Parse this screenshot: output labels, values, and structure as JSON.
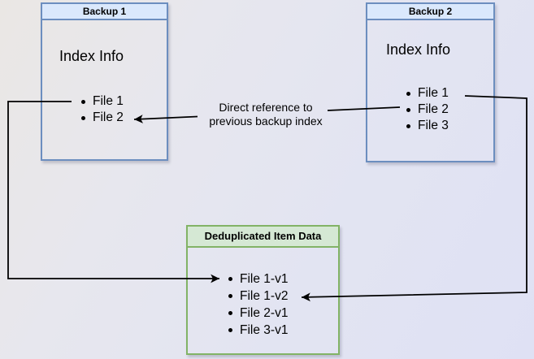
{
  "nodes": {
    "backup1": {
      "title": "Backup 1",
      "section_label": "Index Info",
      "files": [
        "File 1",
        "File 2"
      ]
    },
    "backup2": {
      "title": "Backup 2",
      "section_label": "Index Info",
      "files": [
        "File 1",
        "File 2",
        "File 3"
      ]
    },
    "dedup": {
      "title": "Deduplicated Item Data",
      "files": [
        "File 1-v1",
        "File 1-v2",
        "File 2-v1",
        "File 3-v1"
      ]
    }
  },
  "annotation": {
    "line1": "Direct reference to",
    "line2": "previous backup index"
  },
  "colors": {
    "backup_header_fill": "#dae8fc",
    "backup_border": "#6c8ebf",
    "dedup_header_fill": "#d5e8d4",
    "dedup_border": "#82b366",
    "connector": "#000000",
    "text": "#000000"
  }
}
